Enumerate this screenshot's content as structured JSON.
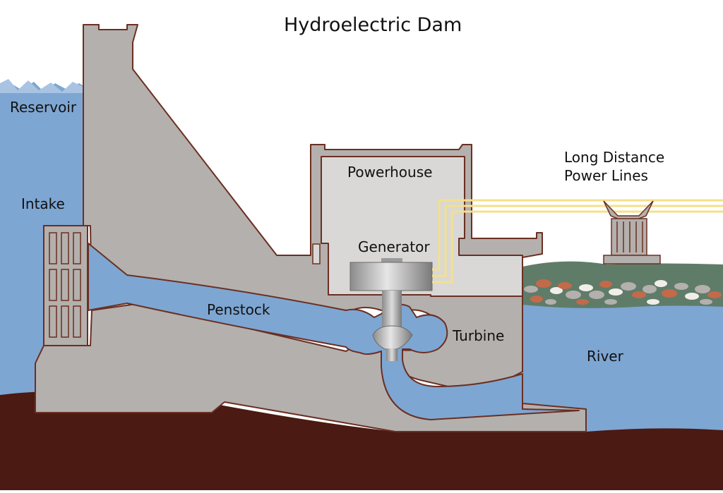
{
  "title": "Hydroelectric Dam",
  "labels": {
    "reservoir": "Reservoir",
    "intake": "Intake",
    "powerhouse": "Powerhouse",
    "generator": "Generator",
    "penstock": "Penstock",
    "turbine": "Turbine",
    "river": "River",
    "power_lines_1": "Long Distance",
    "power_lines_2": "Power Lines"
  },
  "colors": {
    "water": "#7ea6d2",
    "ground": "#4b1a12",
    "concrete": "#b4b0ad",
    "concrete_outline": "#6b2f22",
    "powerhouse_interior": "#d9d8d7",
    "power_line": "#f4e08a",
    "grass": "#5f7c68",
    "wave": "#a9c3e3"
  }
}
